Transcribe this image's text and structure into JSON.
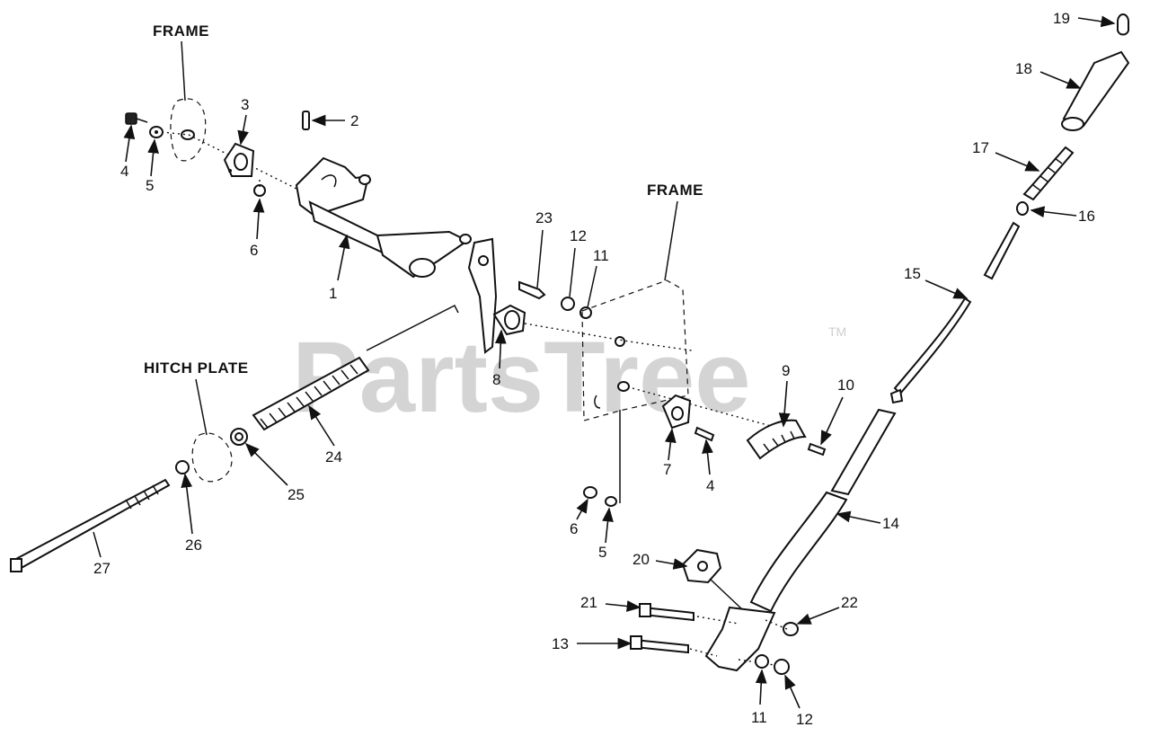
{
  "watermark": {
    "text": "PartsTree",
    "trademark": "TM"
  },
  "area_labels": {
    "frame_left": "FRAME",
    "frame_center": "FRAME",
    "hitch_plate": "HITCH PLATE"
  },
  "callouts": {
    "c1": "1",
    "c2": "2",
    "c3": "3",
    "c4a": "4",
    "c4b": "4",
    "c5a": "5",
    "c5b": "5",
    "c6a": "6",
    "c6b": "6",
    "c7": "7",
    "c8": "8",
    "c9": "9",
    "c10": "10",
    "c11a": "11",
    "c11b": "11",
    "c12a": "12",
    "c12b": "12",
    "c13": "13",
    "c14": "14",
    "c15": "15",
    "c16": "16",
    "c17": "17",
    "c18": "18",
    "c19": "19",
    "c20": "20",
    "c21": "21",
    "c22": "22",
    "c23": "23",
    "c24": "24",
    "c25": "25",
    "c26": "26",
    "c27": "27"
  }
}
